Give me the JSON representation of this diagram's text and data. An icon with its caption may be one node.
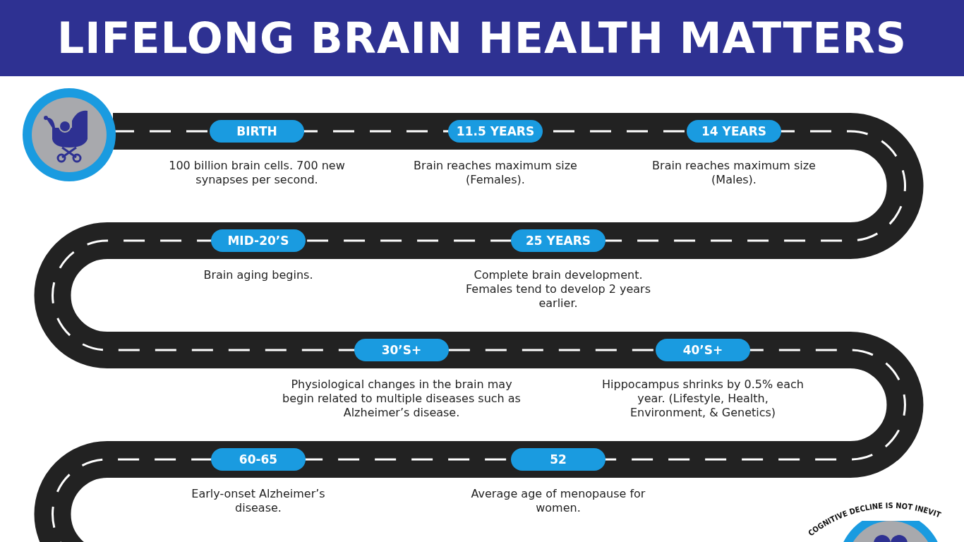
{
  "diagram": {
    "title": "LIFELONG BRAIN HEALTH MATTERS",
    "nodes": [
      {
        "text": [
          "BIRTH"
        ],
        "beside": [
          "100 billion brain cells. 700 new synapses per second."
        ]
      },
      {
        "text": [
          "11.5 YEARS"
        ],
        "beside": [
          "Brain reaches maximum size (Females)."
        ]
      },
      {
        "text": [
          "14 YEARS"
        ],
        "beside": [
          "Brain reaches maximum size (Males)."
        ]
      },
      {
        "text": [
          "MID-20’S"
        ],
        "beside": [
          "Brain aging begins."
        ]
      },
      {
        "text": [
          "25 YEARS"
        ],
        "beside": [
          "Complete brain development. Females tend to develop 2 years earlier."
        ]
      },
      {
        "text": [
          "30’S+"
        ],
        "beside": [
          "Physiological changes in the brain may begin related to multiple diseases such as Alzheimer’s disease."
        ]
      },
      {
        "text": [
          "40’S+"
        ],
        "beside": [
          "Hippocampus shrinks by 0.5% each year. (Lifestyle, Health, Environment, & Genetics)"
        ]
      },
      {
        "text": [
          "60-65"
        ],
        "beside": [
          "Early-onset Alzheimer’s disease."
        ]
      },
      {
        "text": [
          "52"
        ],
        "beside": [
          "Average age of menopause for women."
        ]
      }
    ],
    "labels": [
      "COGNITIVE DECLINE IS NOT INEVIT"
    ]
  }
}
